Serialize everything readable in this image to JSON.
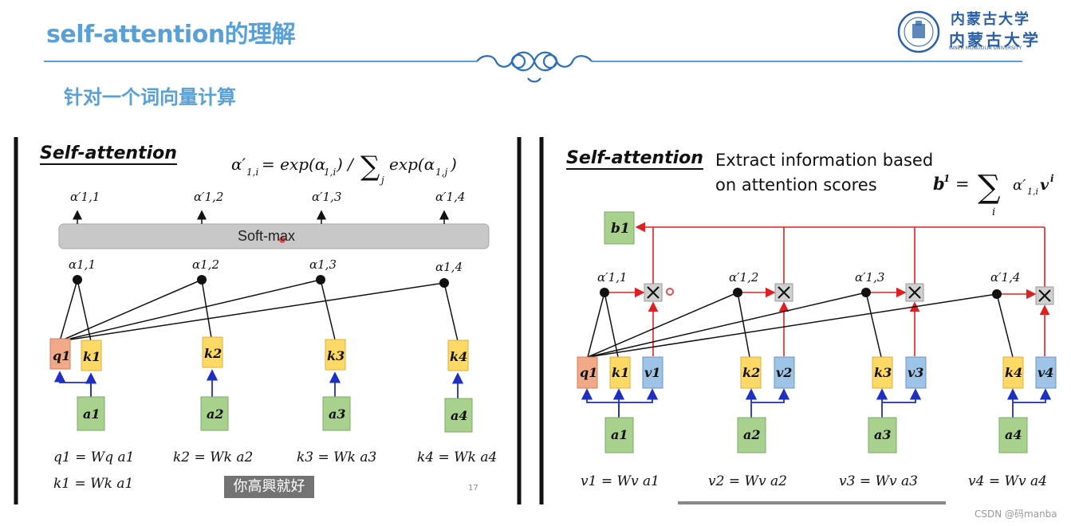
{
  "header": {
    "title": "self-attention的理解",
    "subtitle": "针对一个词向量计算",
    "logo_line1": "内蒙古大学",
    "logo_line2": "内蒙古大学",
    "logo_english": "INNER MONGOLIA UNIVERSITY"
  },
  "left_slide": {
    "title": "Self-attention",
    "formula": "α′1,i = exp(α1,i) / Σj exp(α1,j)",
    "softmax_label": "Soft-max",
    "outputs": [
      "α′1,1",
      "α′1,2",
      "α′1,3",
      "α′1,4"
    ],
    "scores": [
      "α1,1",
      "α1,2",
      "α1,3",
      "α1,4"
    ],
    "q_label": "q1",
    "keys": [
      "k1",
      "k2",
      "k3",
      "k4"
    ],
    "inputs": [
      "a1",
      "a2",
      "a3",
      "a4"
    ],
    "equations": [
      "q1 = Wq a1",
      "k2 = Wk a2",
      "k3 = Wk a3",
      "k4 = Wk a4",
      "k1 = Wk a1"
    ],
    "page_number": "17"
  },
  "right_slide": {
    "title": "Self-attention",
    "text_line1": "Extract information based",
    "text_line2": "on attention scores",
    "formula": "b1 = Σi α′1,i vi",
    "output": "b1",
    "scores": [
      "α′1,1",
      "α′1,2",
      "α′1,3",
      "α′1,4"
    ],
    "q_label": "q1",
    "keys": [
      "k1",
      "k2",
      "k3",
      "k4"
    ],
    "values": [
      "v1",
      "v2",
      "v3",
      "v4"
    ],
    "inputs": [
      "a1",
      "a2",
      "a3",
      "a4"
    ],
    "equations": [
      "v1 = Wv a1",
      "v2 = Wv a2",
      "v3 = Wv a3",
      "v4 = Wv a4"
    ]
  },
  "caption": "你高興就好",
  "watermark": "CSDN @码manba",
  "colors": {
    "title_blue": "#5aa0d8",
    "q_box": "#f2a987",
    "k_box": "#ffd966",
    "v_box": "#9dc3e6",
    "a_box": "#a9d18e",
    "red_line": "#e02020",
    "blue_line": "#1f2fbf"
  }
}
